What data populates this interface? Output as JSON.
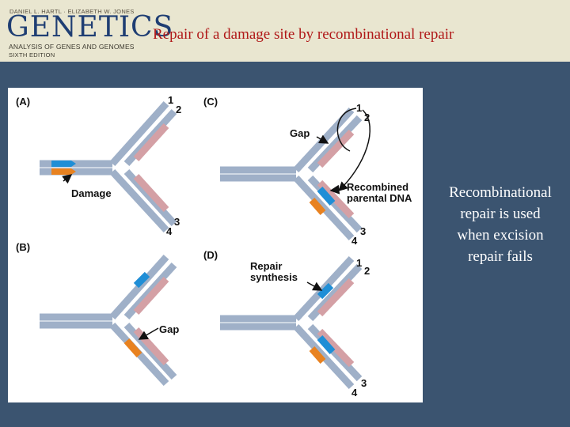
{
  "logo": {
    "authors": "DANIEL L. HARTL · ELIZABETH W. JONES",
    "brand": "GENETICS",
    "subtitle": "ANALYSIS OF GENES AND GENOMES",
    "edition": "SIXTH EDITION"
  },
  "slide": {
    "title": "Repair of a damage site by recombinational repair",
    "caption": [
      "Recombinational",
      "repair is used",
      "when excision",
      "repair fails"
    ]
  },
  "figure": {
    "panels": [
      {
        "label": "(A)",
        "notes": [
          "Damage"
        ]
      },
      {
        "label": "(B)",
        "notes": [
          "Gap"
        ]
      },
      {
        "label": "(C)",
        "notes": [
          "Gap",
          "Recombined",
          "parental DNA"
        ]
      },
      {
        "label": "(D)",
        "notes": [
          "Repair",
          "synthesis"
        ]
      }
    ],
    "strand_numbers": [
      "1",
      "2",
      "3",
      "4"
    ]
  },
  "colors": {
    "parental_strand": "#9fb0c8",
    "new_strand": "#d4a0a5",
    "damage_blue": "#1f8ed6",
    "damage_orange": "#e88220",
    "title_red": "#b01818",
    "background": "#3b5470"
  }
}
